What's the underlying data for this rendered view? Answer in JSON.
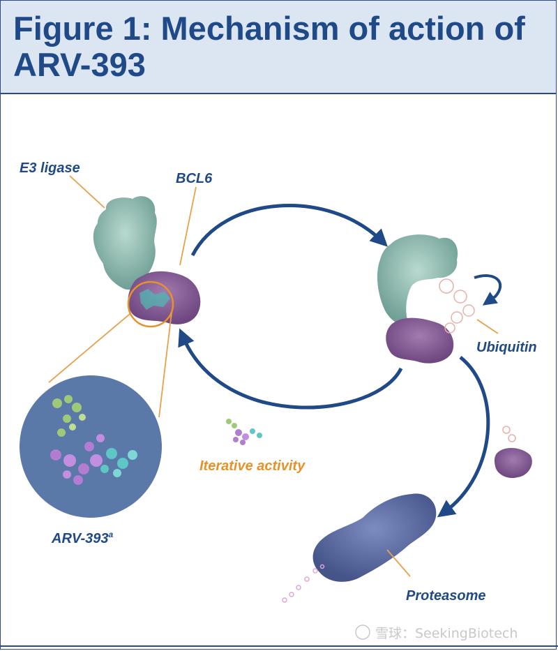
{
  "header": {
    "title": "Figure 1: Mechanism of action of ARV-393"
  },
  "labels": {
    "e3_ligase": "E3 ligase",
    "bcl6": "BCL6",
    "ubiquitin": "Ubiquitin",
    "arv393": "ARV-393",
    "arv393_superscript": "a",
    "iterative_activity": "Iterative activity",
    "proteasome": "Proteasome"
  },
  "watermark": {
    "text": "雪球：SeekingBiotech"
  },
  "colors": {
    "title": "#1f4a87",
    "label_blue": "#1f4a87",
    "label_orange": "#e8912a",
    "arrow": "#1f4a87",
    "leader_line": "#e8a04a",
    "header_bg": "#dce6f2",
    "teal_protein": "#8fbfb4",
    "purple_protein": "#8a5a9a",
    "proteasome": "#5a6aa0",
    "zoom_circle": "#5a78a8"
  }
}
